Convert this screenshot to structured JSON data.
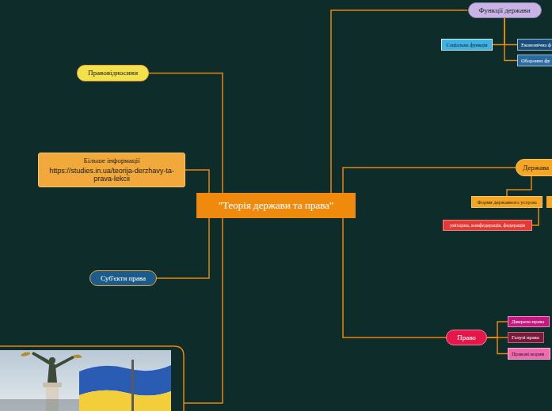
{
  "diagram": {
    "nodes": [
      {
        "text": [
          "Функції держави"
        ]
      },
      {
        "text": [
          "Соціальна функція"
        ]
      },
      {
        "text": [
          "Економічна ф"
        ]
      },
      {
        "text": [
          "Оборонна фу"
        ]
      },
      {
        "text": [
          "Правовідносини"
        ]
      },
      {
        "text": [
          "Держава"
        ]
      },
      {
        "text": [
          "Більше інформації",
          "https://studies.in.ua/teorija-derzhavy-ta-prava-lekcii"
        ]
      },
      {
        "text": [
          "\"Теорія держави та права\""
        ]
      },
      {
        "text": [
          "Форми державного устрою"
        ]
      },
      {
        "text": [
          "унітарна, конфедерація, федерація"
        ]
      },
      {
        "text": [
          "Суб'єкти права"
        ]
      },
      {
        "text": [
          "Джерела права"
        ]
      },
      {
        "text": [
          "Право"
        ]
      },
      {
        "text": [
          "Галузі права"
        ]
      },
      {
        "text": [
          "Правові норми"
        ]
      }
    ],
    "edges": [
      {
        "from": 7,
        "to": 0,
        "arrow": "none"
      },
      {
        "from": 0,
        "to": 1,
        "arrow": "none"
      },
      {
        "from": 0,
        "to": 2,
        "arrow": "none"
      },
      {
        "from": 0,
        "to": 3,
        "arrow": "none"
      },
      {
        "from": 7,
        "to": 4,
        "arrow": "none"
      },
      {
        "from": 7,
        "to": 5,
        "arrow": "none"
      },
      {
        "from": 5,
        "to": 8,
        "arrow": "none"
      },
      {
        "from": 8,
        "to": 9,
        "arrow": "none"
      },
      {
        "from": 7,
        "to": 6,
        "arrow": "none"
      },
      {
        "from": 7,
        "to": 10,
        "arrow": "none"
      },
      {
        "from": 7,
        "to": 12,
        "arrow": "none"
      },
      {
        "from": 12,
        "to": 11,
        "arrow": "none"
      },
      {
        "from": 12,
        "to": 13,
        "arrow": "none"
      },
      {
        "from": 12,
        "to": 14,
        "arrow": "none"
      }
    ]
  }
}
